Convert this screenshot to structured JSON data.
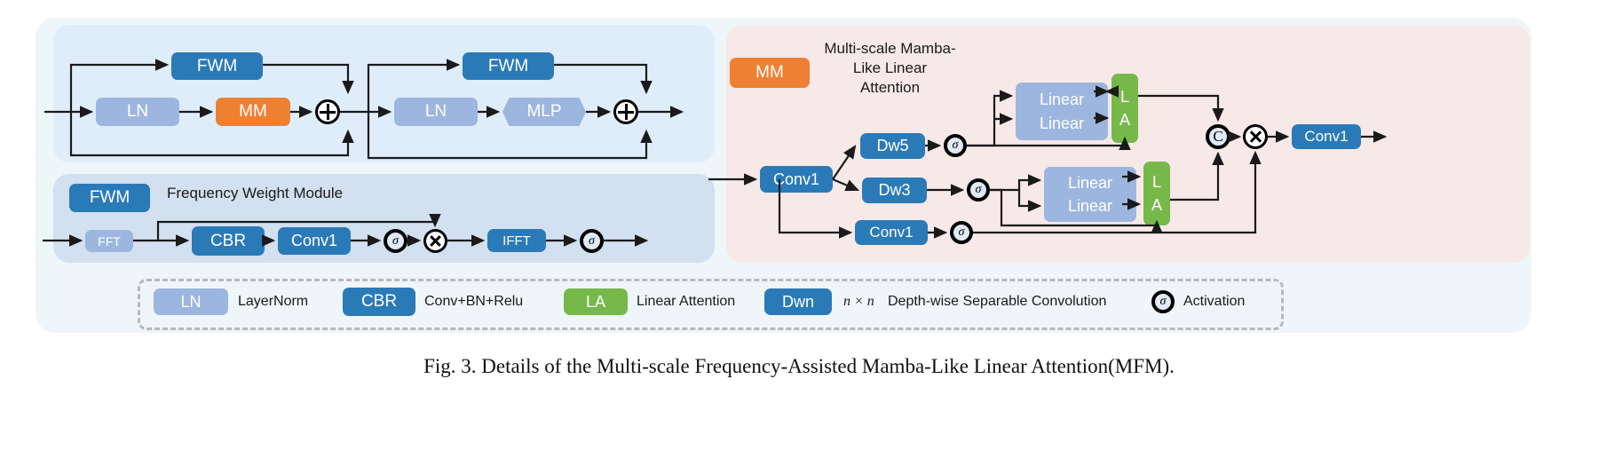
{
  "figure": {
    "caption": "Fig. 3.  Details of the Multi-scale Frequency-Assisted Mamba-Like Linear Attention(MFM)."
  },
  "colors": {
    "blue": "#2b7ab8",
    "light_blue": "#9db6e0",
    "orange": "#ef8033",
    "green": "#77b84b",
    "panel_blue_top": "#dfedfb",
    "panel_blue_bottom": "#d2e0f0",
    "panel_pink": "#f7e9e7",
    "card": "#eef6fa"
  },
  "block_top": {
    "stage1": {
      "fwm": "FWM",
      "ln": "LN",
      "mm": "MM",
      "add": "plus"
    },
    "stage2": {
      "fwm": "FWM",
      "ln": "LN",
      "mlp": "MLP",
      "add": "plus"
    }
  },
  "fwm_panel": {
    "tag": "FWM",
    "title": "Frequency Weight Module",
    "pipeline": [
      "FFT",
      "CBR",
      "Conv1",
      "σ",
      "⊗",
      "IFFT",
      "σ"
    ],
    "nodes": {
      "fft": "FFT",
      "cbr": "CBR",
      "conv1": "Conv1",
      "sigma1": "σ",
      "mul": "⊗",
      "ifft": "IFFT",
      "sigma2": "σ"
    }
  },
  "mm_panel": {
    "tag": "MM",
    "title": "Multi-scale Mamba-Like Linear Attention",
    "title_lines": [
      "Multi-scale Mamba-",
      "Like Linear",
      "Attention"
    ],
    "nodes": {
      "conv1_in": "Conv1",
      "dw5": "Dw5",
      "dw3": "Dw3",
      "conv1_branch": "Conv1",
      "sigma_dw5": "σ",
      "sigma_dw3": "σ",
      "sigma_conv1": "σ",
      "linear_top_1": "Linear",
      "linear_top_2": "Linear",
      "linear_bot_1": "Linear",
      "linear_bot_2": "Linear",
      "la_top": "LA",
      "la_bot": "LA",
      "la_top_l": "L",
      "la_top_a": "A",
      "la_bot_l": "L",
      "la_bot_a": "A",
      "concat": "C",
      "mul": "⊗",
      "conv1_out": "Conv1"
    }
  },
  "legend": {
    "items": [
      {
        "badge": "LN",
        "badge_style": "lblue",
        "text": "LayerNorm"
      },
      {
        "badge": "CBR",
        "badge_style": "blue",
        "text": "Conv+BN+Relu"
      },
      {
        "badge": "LA",
        "badge_style": "green",
        "text": "Linear Attention"
      },
      {
        "badge": "Dwn",
        "badge_style": "blue",
        "text": "Depth-wise Separable Convolution",
        "prefix": "n × n"
      },
      {
        "badge": "σ",
        "badge_style": "circle",
        "text": "Activation"
      }
    ]
  }
}
